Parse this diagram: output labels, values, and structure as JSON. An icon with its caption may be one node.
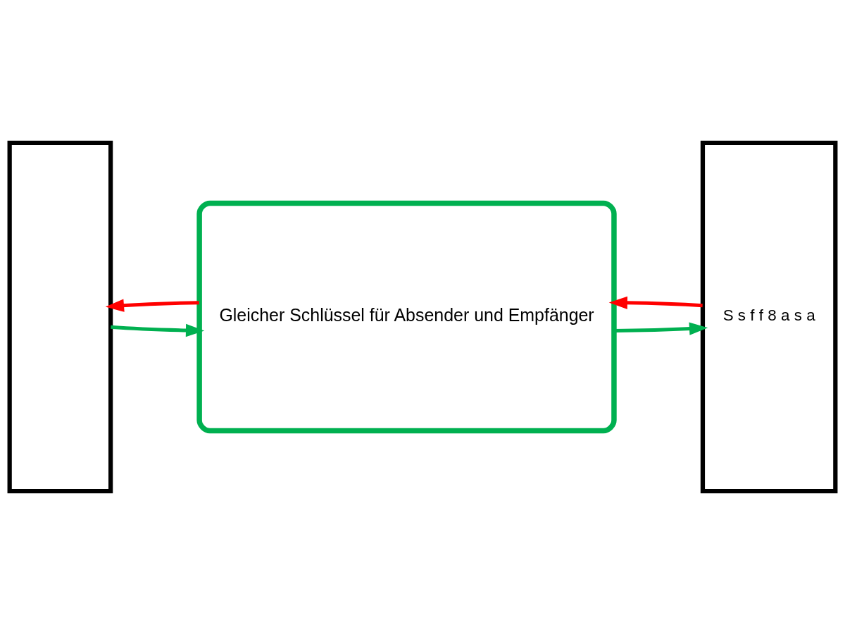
{
  "diagram": {
    "nodes": [
      {
        "text": [],
        "shape": "box"
      },
      {
        "text": [
          "Gleicher Schlüssel für Absender und Empfänger"
        ]
      },
      {
        "text": [
          "S s f f 8 a s a"
        ]
      }
    ],
    "edges": [
      {
        "from": 0,
        "to": 1,
        "arrow": "to",
        "color": "#00b050"
      },
      {
        "from": 1,
        "to": 2,
        "arrow": "to",
        "color": "#00b050"
      },
      {
        "from": 2,
        "to": 1,
        "arrow": "to",
        "color": "#ff0000"
      },
      {
        "from": 1,
        "to": 0,
        "arrow": "to",
        "color": "#ff0000"
      }
    ]
  }
}
